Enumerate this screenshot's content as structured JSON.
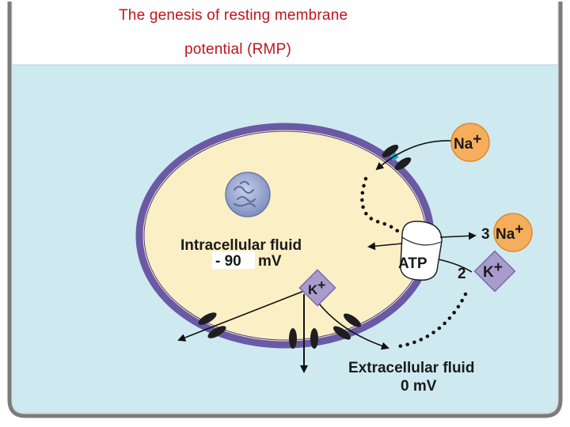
{
  "title": {
    "line1": "The genesis of resting membrane",
    "line2": "potential (RMP)"
  },
  "labels": {
    "intracellular_fluid": "Intracellular fluid",
    "intracellular_potential": "- 90",
    "intracellular_unit": "mV",
    "extracellular_fluid": "Extracellular fluid",
    "extracellular_potential": "0 mV",
    "atp": "ATP",
    "na_ion": "Na",
    "na_charge": "+",
    "na_count": "3",
    "na_ion_out": "Na",
    "na_charge_out": "+",
    "k_ion": "K",
    "k_charge": "+",
    "k_count": "2",
    "k_ion_in": "K",
    "k_charge_in": "+"
  },
  "colors": {
    "title": "#c0141c",
    "extracellular": "#cfe9f0",
    "cytoplasm": "#fbefc6",
    "membrane": "#6a5aa6",
    "sodium": "#f6ae5c",
    "potassium": "#a99bcc",
    "nucleus": "#8f9cc8",
    "channel": "#1e1e1e"
  }
}
